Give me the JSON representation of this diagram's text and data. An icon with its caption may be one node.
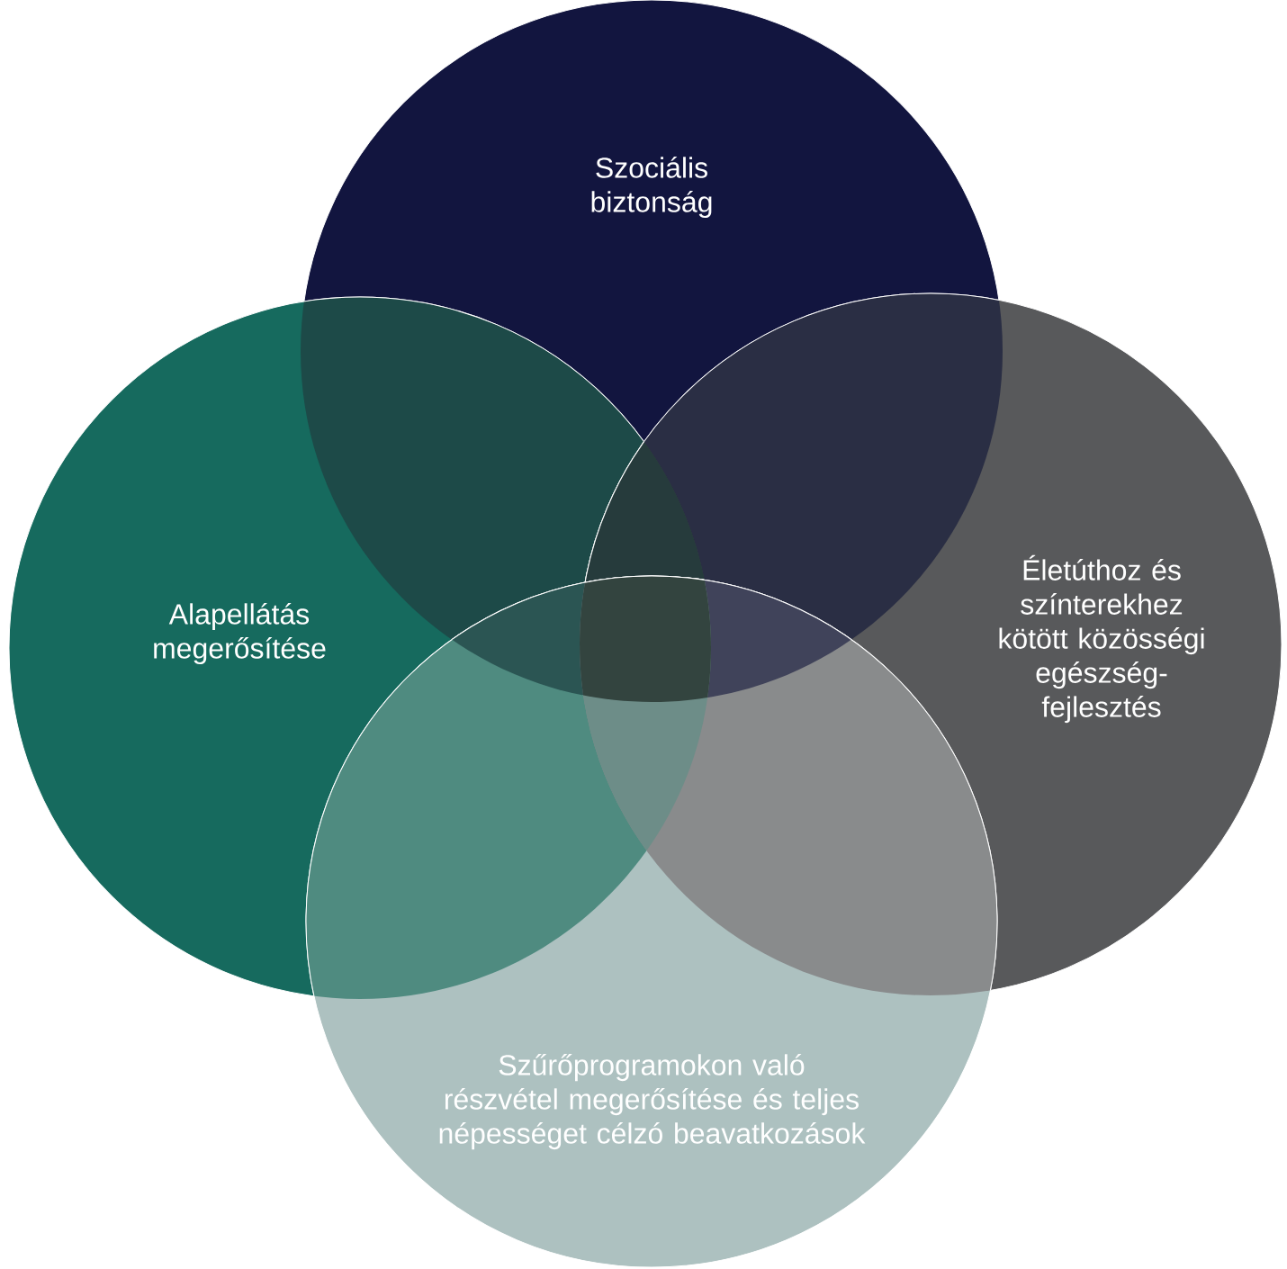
{
  "diagram": {
    "nodes": [
      {
        "text": [
          "Szociális biztonság"
        ]
      },
      {
        "text": [
          "Alapellátás megerősítése"
        ]
      },
      {
        "text": [
          "Életúthoz és színterekhez kötött közösségi egészség-fejlesztés"
        ]
      },
      {
        "text": [
          "Szűrőprogramokon való részvétel megerősítése és teljes népességet célzó beavatkozások"
        ]
      }
    ]
  }
}
